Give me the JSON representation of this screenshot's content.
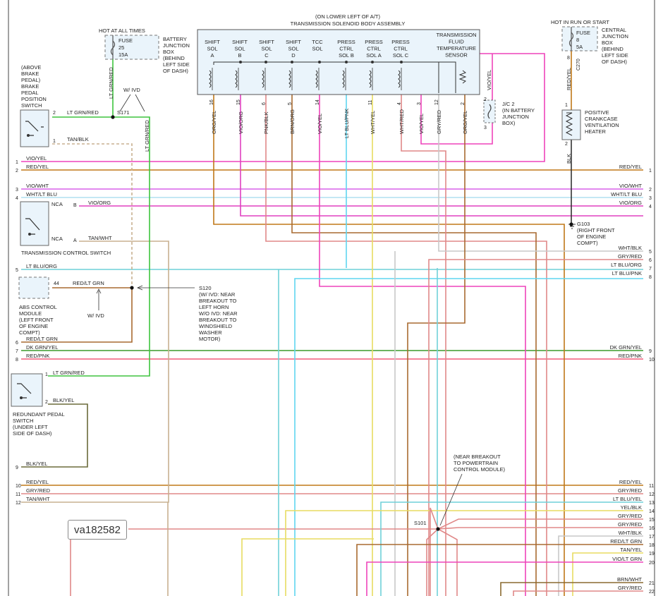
{
  "reference_id": "va182582",
  "solenoid_assembly": {
    "location": "(ON LOWER LEFT OF A/T)",
    "title": "TRANSMISSION SOLENOID BODY ASSEMBLY",
    "components": [
      {
        "label": [
          "SHIFT",
          "SOL",
          "A"
        ],
        "pin": "16",
        "wire": "ORG/YEL"
      },
      {
        "label": [
          "SHIFT",
          "SOL",
          "B"
        ],
        "pin": "15",
        "wire": "VIO/ORG"
      },
      {
        "label": [
          "SHIFT",
          "SOL",
          "C"
        ],
        "pin": "6",
        "wire": "PNK/BLK"
      },
      {
        "label": [
          "SHIFT",
          "SOL",
          "D"
        ],
        "pin": "5",
        "wire": "BRN/ORG"
      },
      {
        "label": [
          "TCC",
          "SOL"
        ],
        "pin": "14",
        "wire": "VIO/YEL"
      },
      {
        "label": [
          "PRESS",
          "CTRL",
          "SOL B"
        ],
        "pin": "",
        "wire": "LT BLU/PNK"
      },
      {
        "label": [
          "PRESS",
          "CTRL",
          "SOL A"
        ],
        "pin": "11",
        "wire": "WHT/YEL"
      },
      {
        "label": [
          "PRESS",
          "CTRL",
          "SOL C"
        ],
        "pin": "4",
        "wire": "WHT/RED"
      },
      {
        "label": [],
        "pin": "3",
        "wire": "VIO/YEL"
      },
      {
        "label": [
          "TRANSMISSION",
          "FLUID",
          "TEMPERATURE",
          "SENSOR"
        ],
        "pin": "12",
        "wire": "GRY/RED"
      },
      {
        "label": [],
        "pin": "2",
        "wire": "ORG/YEL"
      }
    ]
  },
  "fuse_left": {
    "header": "HOT AT ALL TIMES",
    "lines": [
      "FUSE",
      "25",
      "15A"
    ],
    "box": [
      "BATTERY",
      "JUNCTION",
      "BOX",
      "(BEHIND",
      "LEFT SIDE",
      "OF DASH)"
    ]
  },
  "fuse_right": {
    "header": "HOT IN RUN OR START",
    "lines": [
      "FUSE",
      "8",
      "5A"
    ],
    "box": [
      "CENTRAL",
      "JUNCTION",
      "BOX",
      "(BEHIND",
      "LEFT SIDE",
      "OF DASH)"
    ],
    "pin": "8",
    "id": "C270"
  },
  "brake_switch": {
    "label": [
      "(ABOVE",
      "BRAKE",
      "PEDAL)",
      "BRAKE",
      "PEDAL",
      "POSITION",
      "SWITCH"
    ],
    "pin1": "2",
    "wire1": "LT GRN/RED",
    "pin2": "1",
    "wire2": "TAN/BLK"
  },
  "ivd_note": "W/ IVD",
  "splice_s171": "S171",
  "wire_vertical_ltgrnred": "LT GRN/RED",
  "jc2": {
    "pins": [
      "2",
      "3"
    ],
    "label": [
      "J/C 2",
      "(IN BATTERY",
      "JUNCTION",
      "BOX)"
    ],
    "wire": "VIO/YEL"
  },
  "heater": {
    "label": [
      "POSITIVE",
      "CRANKCASE",
      "VENTILATION",
      "HEATER"
    ],
    "pin1": "1",
    "pin2": "2",
    "wire_top": "RED/YEL",
    "wire_bottom": "BLK"
  },
  "ground": {
    "label": [
      "G103",
      "(RIGHT FRONT",
      "OF ENGINE",
      "COMPT)"
    ]
  },
  "tcs": {
    "label": "TRANSMISSION CONTROL SWITCH",
    "nca1": "NCA",
    "pinB": "B",
    "wireB": "VIO/ORG",
    "nca2": "NCA",
    "pinA": "A",
    "wireA": "TAN/WHT"
  },
  "abs": {
    "label": [
      "ABS CONTROL",
      "MODULE",
      "(LEFT FRONT",
      "OF ENGINE",
      "COMPT)"
    ],
    "pin": "44",
    "wire": "RED/LT GRN",
    "ivd": "W/ IVD"
  },
  "s120": {
    "label": [
      "S120",
      "(W/ IVD: NEAR",
      "BREAKOUT TO",
      "LEFT HORN",
      "W/O IVD: NEAR",
      "BREAKOUT TO",
      "WINDSHIELD",
      "WASHER",
      "MOTOR)"
    ]
  },
  "redundant_switch": {
    "label": [
      "REDUNDANT PEDAL",
      "SWITCH",
      "(UNDER LEFT",
      "SIDE OF DASH)"
    ],
    "pin1": "1",
    "wire1": "LT GRN/RED",
    "pin2": "2",
    "wire2": "BLK/YEL"
  },
  "s101": {
    "label": "S101",
    "note": [
      "(NEAR BREAKOUT",
      "TO POWERTRAIN",
      "CONTROL MODULE)"
    ]
  },
  "left_rows": [
    {
      "num": "1",
      "wire": "VIO/YEL"
    },
    {
      "num": "2",
      "wire": "RED/YEL"
    },
    {
      "num": "3",
      "wire": "VIO/WHT"
    },
    {
      "num": "4",
      "wire": "WHT/LT BLU"
    },
    {
      "num": "5",
      "wire": "LT BLU/ORG"
    },
    {
      "num": "6",
      "wire": "RED/LT GRN"
    },
    {
      "num": "7",
      "wire": "DK GRN/YEL"
    },
    {
      "num": "8",
      "wire": "RED/PNK"
    },
    {
      "num": "9",
      "wire": "BLK/YEL"
    },
    {
      "num": "10",
      "wire": "RED/YEL"
    },
    {
      "num": "11",
      "wire": "GRY/RED"
    },
    {
      "num": "12",
      "wire": "TAN/WHT"
    }
  ],
  "right_rows": [
    {
      "num": "1",
      "wire": "RED/YEL"
    },
    {
      "num": "2",
      "wire": "VIO/WHT"
    },
    {
      "num": "3",
      "wire": "WHT/LT BLU"
    },
    {
      "num": "4",
      "wire": "VIO/ORG"
    },
    {
      "num": "5",
      "wire": "WHT/BLK"
    },
    {
      "num": "6",
      "wire": "GRY/RED"
    },
    {
      "num": "7",
      "wire": "LT BLU/ORG"
    },
    {
      "num": "8",
      "wire": "LT BLU/PNK"
    },
    {
      "num": "9",
      "wire": "DK GRN/YEL"
    },
    {
      "num": "10",
      "wire": "RED/PNK"
    },
    {
      "num": "11",
      "wire": "RED/YEL"
    },
    {
      "num": "12",
      "wire": "GRY/RED"
    },
    {
      "num": "13",
      "wire": "LT BLU/YEL"
    },
    {
      "num": "14",
      "wire": "YEL/BLK"
    },
    {
      "num": "15",
      "wire": "GRY/RED"
    },
    {
      "num": "16",
      "wire": "GRY/RED"
    },
    {
      "num": "17",
      "wire": "WHT/BLK"
    },
    {
      "num": "18",
      "wire": "RED/LT GRN"
    },
    {
      "num": "19",
      "wire": "TAN/YEL"
    },
    {
      "num": "20",
      "wire": "VIO/LT GRN"
    },
    {
      "num": "21",
      "wire": "BRN/WHT"
    },
    {
      "num": "22",
      "wire": "GRY/RED"
    }
  ],
  "colors": {
    "vio_yel": "#ee44bb",
    "red_yel": "#c07818",
    "vio_wht": "#d860e8",
    "wht_ltblu": "#b0e0f0",
    "vio_org": "#e040c0",
    "wht_blk": "#c8c8c8",
    "gry_red": "#e08888",
    "ltblu_org": "#6fd0d8",
    "ltblu_pnk": "#5fd6f0",
    "dkgrn_yel": "#3a9a2a",
    "red_pnk": "#f25c78",
    "ltgrn_red": "#3ec43e",
    "tan": "#c8b090",
    "brn_org": "#a86a30",
    "yel": "#e8dc60",
    "blk": "#333333",
    "box_fill": "#eaf4fb"
  }
}
